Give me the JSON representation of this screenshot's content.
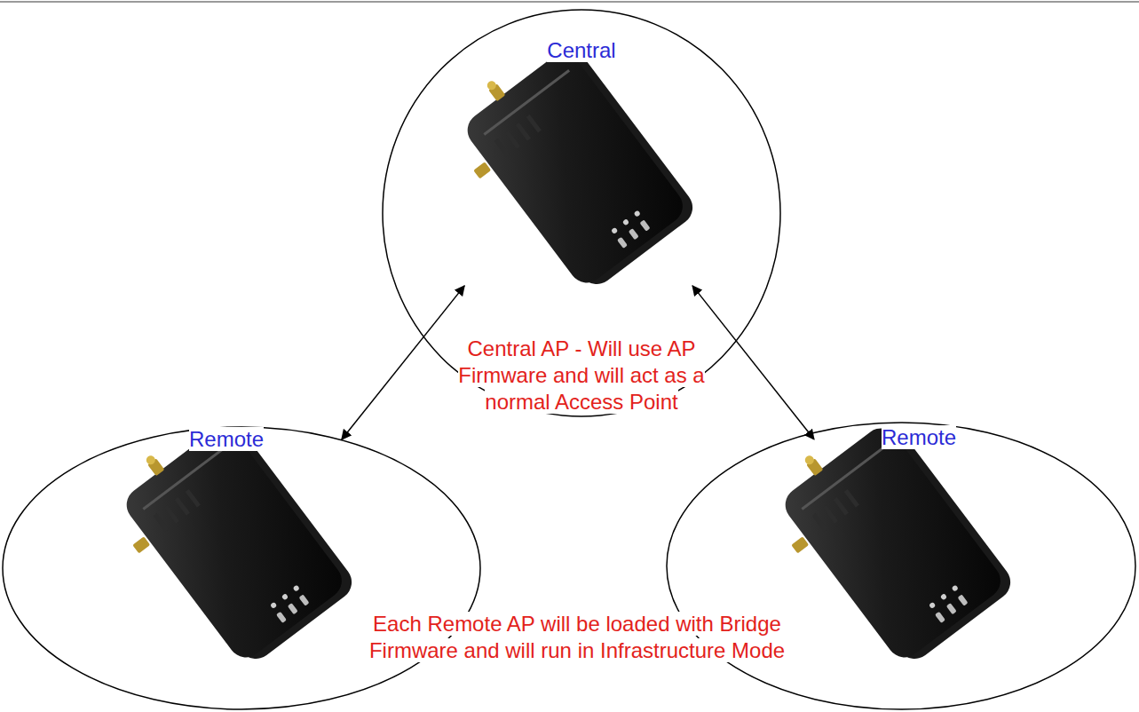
{
  "diagram": {
    "nodes": [
      {
        "text": [
          "Central",
          "Central AP - Will use AP Firmware and will act as a normal Access Point"
        ]
      },
      {
        "text": [
          "Remote"
        ]
      },
      {
        "text": [
          "Remote"
        ]
      }
    ],
    "edges": [
      {
        "from": 0,
        "to": 1,
        "arrow": "both"
      },
      {
        "from": 0,
        "to": 2,
        "arrow": "both"
      }
    ],
    "labels": [
      "Each Remote AP will be loaded with Bridge Firmware and will run in Infrastructure Mode"
    ]
  }
}
